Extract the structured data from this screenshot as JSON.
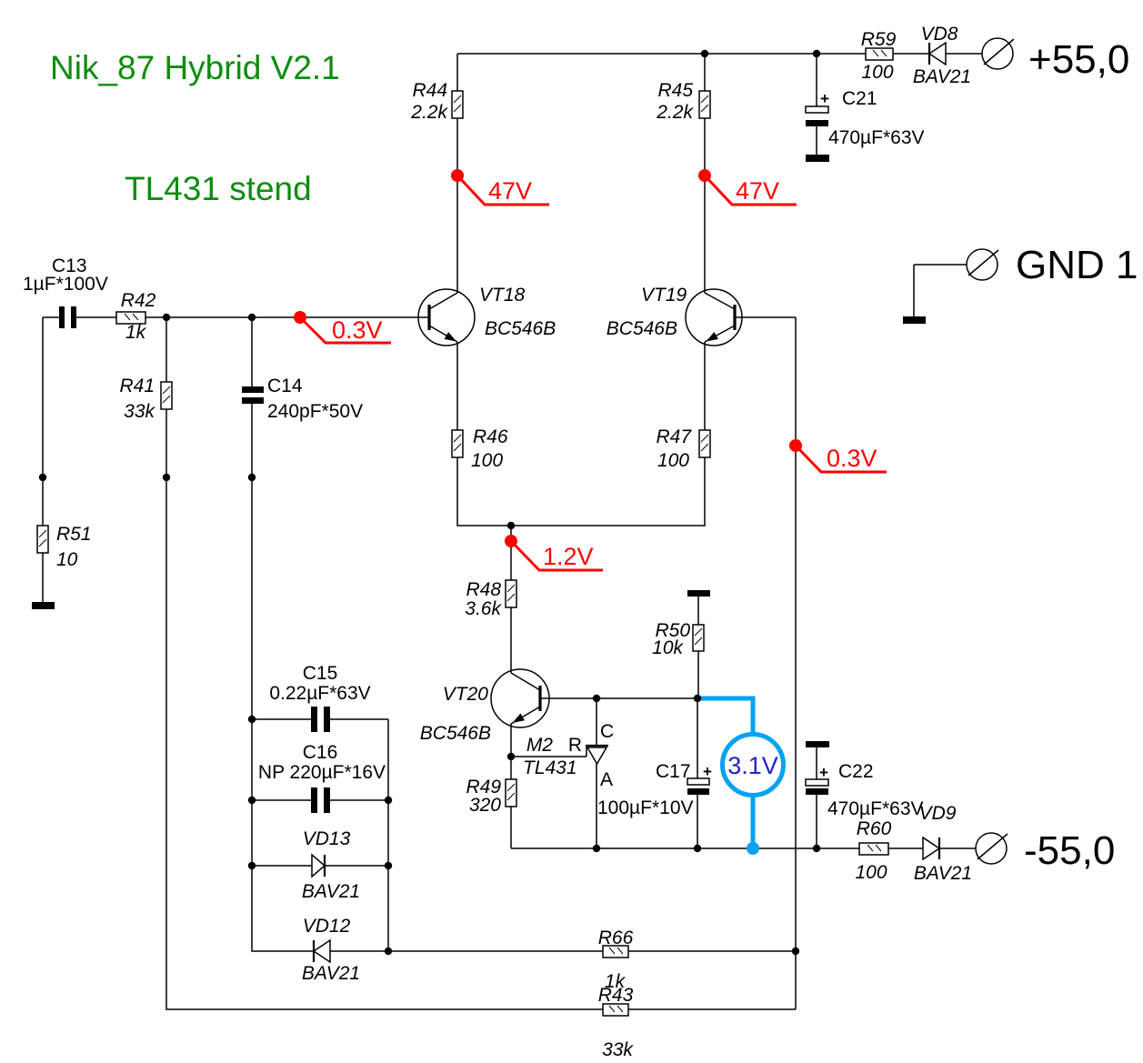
{
  "title": {
    "line1": "Nik_87 Hybrid V2.1",
    "line2": "TL431 stend"
  },
  "terminals": {
    "positive": "+55,0",
    "ground": "GND 1",
    "negative": "-55,0"
  },
  "probes": {
    "p1": "47V",
    "p2": "47V",
    "p3": "0.3V",
    "p4": "0.3V",
    "p5": "1.2V"
  },
  "meter": {
    "value": "3.1V"
  },
  "plus": "+",
  "resistors": {
    "r42": {
      "ref": "R42",
      "value": "1k"
    },
    "r41": {
      "ref": "R41",
      "value": "33k"
    },
    "r51": {
      "ref": "R51",
      "value": "10"
    },
    "r44": {
      "ref": "R44",
      "value": "2.2k"
    },
    "r45": {
      "ref": "R45",
      "value": "2.2k"
    },
    "r46": {
      "ref": "R46",
      "value": "100"
    },
    "r47": {
      "ref": "R47",
      "value": "100"
    },
    "r48": {
      "ref": "R48",
      "value": "3.6k"
    },
    "r49": {
      "ref": "R49",
      "value": "320"
    },
    "r50": {
      "ref": "R50",
      "value": "10k"
    },
    "r59": {
      "ref": "R59",
      "value": "100"
    },
    "r60": {
      "ref": "R60",
      "value": "100"
    },
    "r66": {
      "ref": "R66",
      "value": "1k"
    },
    "r43": {
      "ref": "R43",
      "value": "33k"
    }
  },
  "capacitors": {
    "c13": {
      "ref": "C13",
      "value": "1µF*100V"
    },
    "c14": {
      "ref": "C14",
      "value": "240pF*50V"
    },
    "c15": {
      "ref": "C15",
      "value": "0.22µF*63V"
    },
    "c16": {
      "ref": "C16",
      "value": "NP 220µF*16V"
    },
    "c17": {
      "ref": "C17",
      "value": "100µF*10V"
    },
    "c21": {
      "ref": "C21",
      "value": "470µF*63V"
    },
    "c22": {
      "ref": "C22",
      "value": "470µF*63V"
    }
  },
  "diodes": {
    "vd8": {
      "ref": "VD8",
      "part": "BAV21"
    },
    "vd9": {
      "ref": "VD9",
      "part": "BAV21"
    },
    "vd12": {
      "ref": "VD12",
      "part": "BAV21"
    },
    "vd13": {
      "ref": "VD13",
      "part": "BAV21"
    }
  },
  "transistors": {
    "vt18": {
      "ref": "VT18",
      "part": "BC546B"
    },
    "vt19": {
      "ref": "VT19",
      "part": "BC546B"
    },
    "vt20": {
      "ref": "VT20",
      "part": "BC546B"
    }
  },
  "regulator": {
    "ref": "M2",
    "part": "TL431",
    "pin_c": "C",
    "pin_a": "A",
    "pin_r": "R"
  },
  "colors": {
    "probe_red": "#ff0000",
    "meter_blue": "#00a2f2",
    "meter_text_blue": "#2222cc",
    "title_green": "#0d8c0d"
  }
}
